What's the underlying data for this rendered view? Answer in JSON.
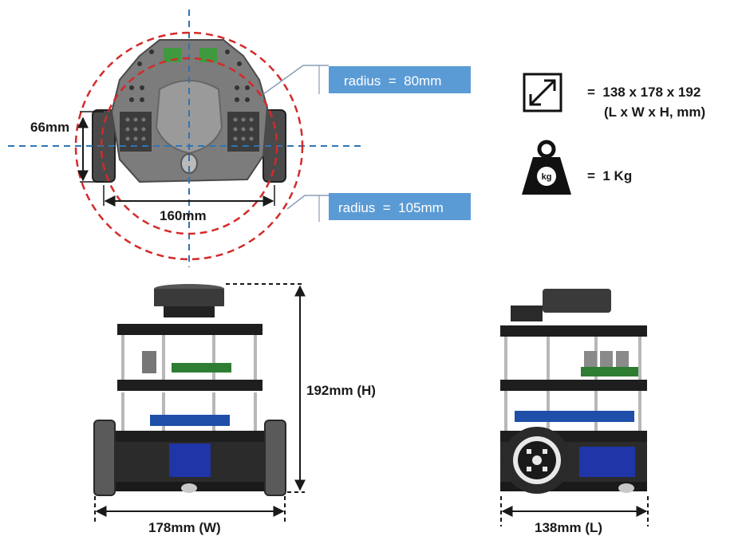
{
  "top_view": {
    "radius_inner_label": "radius  =  80mm",
    "radius_outer_label": "radius  =  105mm",
    "depth_label": "66mm",
    "track_label": "160mm"
  },
  "front_view": {
    "height_label": "192mm (H)",
    "width_label": "178mm (W)"
  },
  "side_view": {
    "length_label": "138mm (L)"
  },
  "specs": {
    "size_icon": "resize-arrows-icon",
    "dimensions_line1": "=  138 x 178 x 192",
    "dimensions_line2": "(L x W x H, mm)",
    "weight_icon": "weight-kg-icon",
    "weight_icon_text": "kg",
    "weight_value": "=  1 Kg"
  },
  "colors": {
    "callout_blue": "#5b9bd5",
    "circle_red": "#d42a2a",
    "axis_blue": "#2e75b6",
    "robot_dark": "#2b2b2b",
    "board_green": "#2e7d32",
    "battery_blue": "#1f35a8"
  }
}
